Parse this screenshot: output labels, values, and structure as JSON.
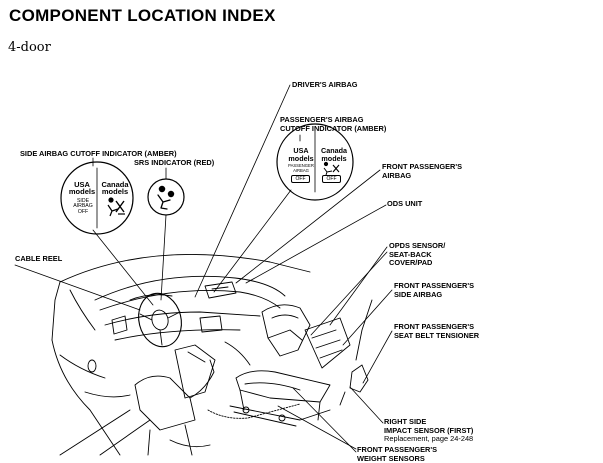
{
  "header": {
    "title": "COMPONENT LOCATION INDEX",
    "subtitle": "4-door"
  },
  "callouts": {
    "drivers_airbag": [
      "DRIVER'S AIRBAG"
    ],
    "passenger_cutoff": [
      "PASSENGER'S AIRBAG",
      "CUTOFF INDICATOR (AMBER)"
    ],
    "side_cutoff": [
      "SIDE AIRBAG CUTOFF INDICATOR (AMBER)"
    ],
    "srs_indicator": [
      "SRS INDICATOR (RED)"
    ],
    "front_passenger_airbag": [
      "FRONT PASSENGER'S",
      "AIRBAG"
    ],
    "ods_unit": [
      "ODS UNIT"
    ],
    "cable_reel": [
      "CABLE REEL"
    ],
    "opds_sensor": [
      "OPDS SENSOR/",
      "SEAT-BACK",
      "COVER/PAD"
    ],
    "side_airbag": [
      "FRONT PASSENGER'S",
      "SIDE AIRBAG"
    ],
    "belt_tensioner": [
      "FRONT PASSENGER'S",
      "SEAT BELT TENSIONER"
    ],
    "impact_sensor": [
      "RIGHT SIDE",
      "IMPACT SENSOR (FIRST)"
    ],
    "impact_sensor_ref": "Replacement, page 24-248",
    "weight_sensors": [
      "FRONT PASSENGER'S",
      "WEIGHT SENSORS"
    ]
  },
  "indicator_left": {
    "usa_title": "USA\nmodels",
    "canada_title": "Canada\nmodels",
    "usa_text": "SIDE\nAIRBAG\nOFF"
  },
  "indicator_right": {
    "usa_title": "USA\nmodels",
    "canada_title": "Canada\nmodels",
    "usa_text": "PASSENGER\nAIRBAG",
    "usa_off": "OFF",
    "canada_off": "OFF"
  }
}
